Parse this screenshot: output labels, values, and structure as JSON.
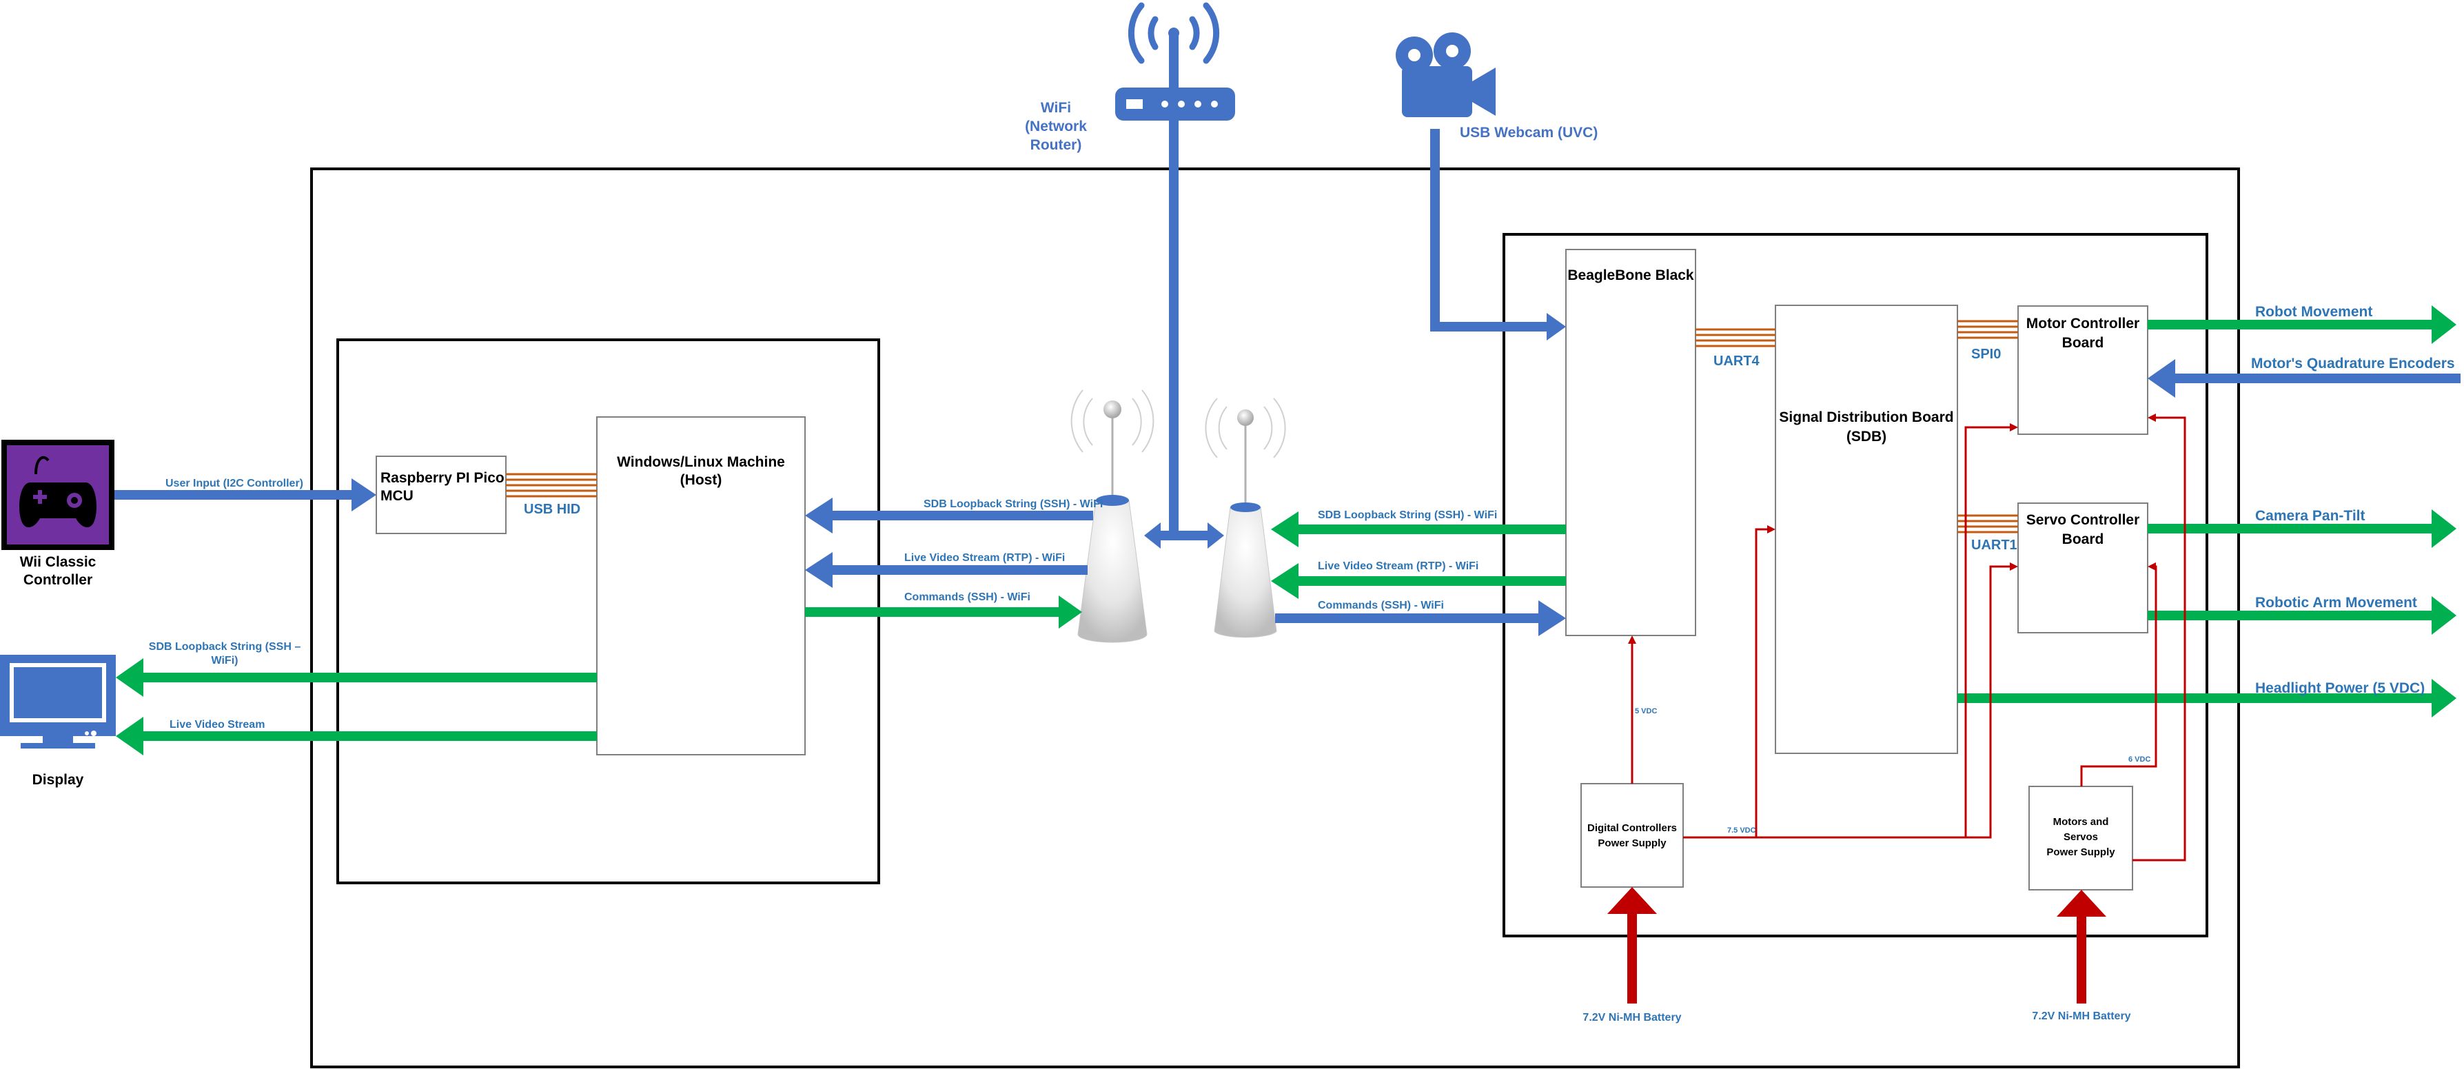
{
  "colors": {
    "blue": "#4472c4",
    "green": "#00b050",
    "red": "#c00000",
    "orange": "#c55a11",
    "label_blue": "#2e75b6",
    "purple": "#7030a0"
  },
  "icons": {
    "controller": "gamepad-icon",
    "display": "monitor-icon",
    "router": "wifi-router-icon",
    "webcam": "video-camera-icon",
    "antenna_left": "wireless-access-point-icon",
    "antenna_right": "wireless-access-point-icon"
  },
  "nodes": {
    "wii": "Wii Classic\nController",
    "display": "Display",
    "router": "WiFi\n(Network\nRouter)",
    "webcam": "USB Webcam (UVC)",
    "pico": "Raspberry PI Pico\nMCU",
    "host": "Windows/Linux Machine\n(Host)",
    "bbb": "BeagleBone Black",
    "sdb": "Signal Distribution Board\n(SDB)",
    "motor_ctrl": "Motor Controller\nBoard",
    "servo_ctrl": "Servo Controller\nBoard",
    "dig_psu": "Digital Controllers\nPower Supply",
    "mot_psu": "Motors and\nServos\nPower Supply"
  },
  "buses": {
    "usb_hid": "USB HID",
    "uart4": "UART4",
    "spi0": "SPI0",
    "uart1": "UART1"
  },
  "links": {
    "user_input": "User Input (I2C Controller)",
    "sdb_loop_display": "SDB Loopback String (SSH –\nWiFi)",
    "live_video_display": "Live Video Stream",
    "sdb_loop_host": "SDB Loopback String (SSH) - WiFi",
    "live_video_host": "Live Video Stream (RTP) - WiFi",
    "commands_host": "Commands (SSH) - WiFi",
    "sdb_loop_bbb": "SDB Loopback String (SSH) - WiFi",
    "live_video_bbb": "Live Video Stream (RTP) - WiFi",
    "commands_bbb": "Commands (SSH) - WiFi"
  },
  "outputs": {
    "robot_movement": "Robot Movement",
    "encoders": "Motor's Quadrature Encoders",
    "camera_pan_tilt": "Camera Pan-Tilt",
    "robotic_arm": "Robotic Arm Movement",
    "headlight": "Headlight Power (5 VDC)"
  },
  "power": {
    "v5": "5 VDC",
    "v75": "7.5 VDC",
    "v6": "6 VDC",
    "battery_left": "7.2V Ni-MH Battery",
    "battery_right": "7.2V Ni-MH Battery"
  }
}
